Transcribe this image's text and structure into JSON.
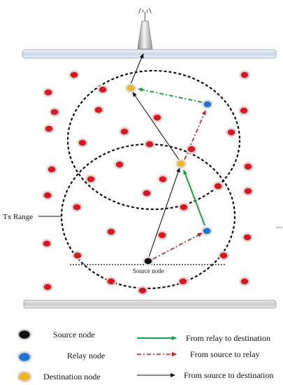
{
  "diagram": {
    "labels": {
      "tx_range": "Tx Range",
      "source_node_caption": "Source node"
    },
    "node_colors": {
      "red_node": "#e8101a",
      "red_ring": "#d9d9d9",
      "source": "#111111",
      "relay": "#1a73d9",
      "destination": "#f2b51c"
    },
    "arrow_colors": {
      "relay_to_destination": "#11a83a",
      "source_to_relay": "#e81010",
      "source_to_destination": "#111111"
    },
    "icons": {
      "antenna": "antenna-tower-icon"
    }
  },
  "legend": {
    "nodes": [
      {
        "label": "Source node",
        "color": "#111111"
      },
      {
        "label": "Relay node",
        "color": "#1a73d9"
      },
      {
        "label": "Destination node",
        "color": "#f2b51c"
      }
    ],
    "arrows": [
      {
        "label": "From relay to destination",
        "style": "solid",
        "color": "#11a83a"
      },
      {
        "label": "From source to relay",
        "style": "dashdot",
        "color": "#e81010"
      },
      {
        "label": "From source to destination",
        "style": "solid",
        "color": "#111111"
      }
    ]
  }
}
